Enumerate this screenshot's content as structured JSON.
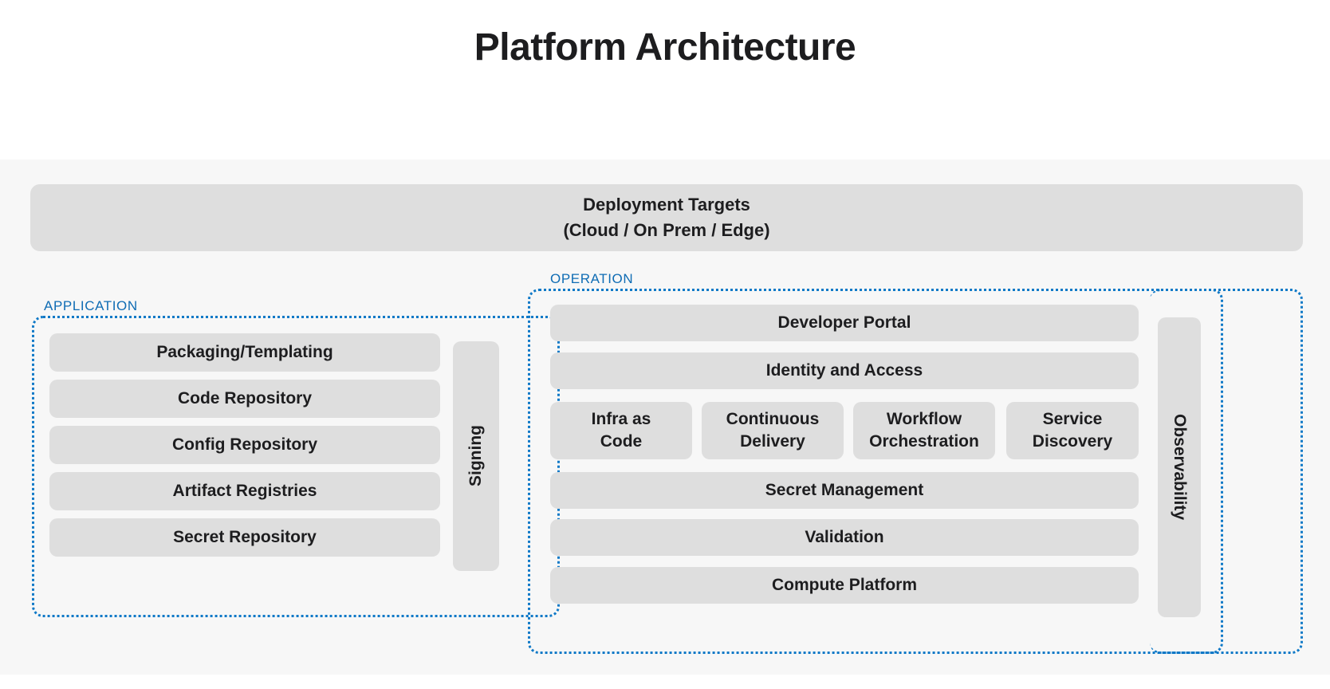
{
  "page": {
    "title": "Platform Architecture",
    "accent_blue": "#0f79c7",
    "label_blue": "#0f6cb4",
    "box_grey": "#dedede",
    "canvas_grey": "#f7f7f7",
    "text_dark": "#1d1d1f"
  },
  "deployment": {
    "name": "deployment-targets",
    "line1": "Deployment Targets",
    "line2": "(Cloud / On Prem / Edge)"
  },
  "application": {
    "label": "APPLICATION",
    "items": [
      {
        "label": "Packaging/Templating"
      },
      {
        "label": "Code Repository"
      },
      {
        "label": "Config Repository"
      },
      {
        "label": "Artifact Registries"
      },
      {
        "label": "Secret Repository"
      }
    ],
    "side": {
      "label": "Signing"
    }
  },
  "operation": {
    "label": "OPERATION",
    "top_items": [
      {
        "label": "Developer Portal"
      },
      {
        "label": "Identity and Access"
      }
    ],
    "quad_items": [
      {
        "line1": "Infra as",
        "line2": "Code"
      },
      {
        "line1": "Continuous",
        "line2": "Delivery"
      },
      {
        "line1": "Workflow",
        "line2": "Orchestration"
      },
      {
        "line1": "Service",
        "line2": "Discovery"
      }
    ],
    "bottom_items": [
      {
        "label": "Secret Management"
      },
      {
        "label": "Validation"
      },
      {
        "label": "Compute Platform"
      }
    ],
    "side": {
      "label": "Observability"
    }
  }
}
